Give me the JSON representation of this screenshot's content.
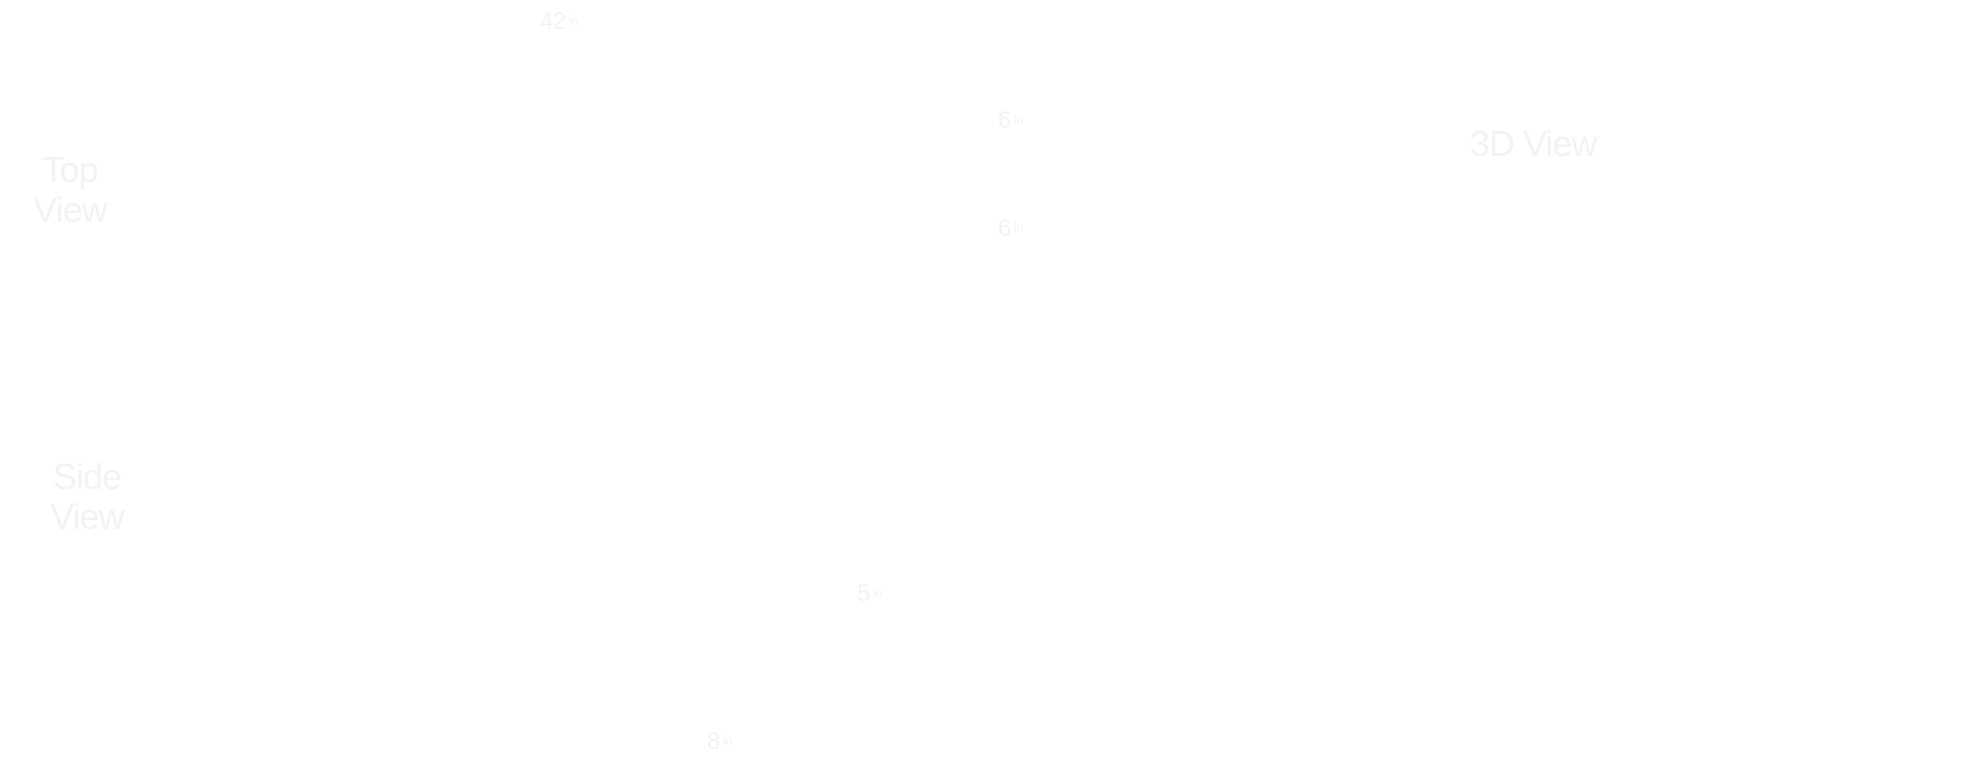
{
  "views": {
    "top": {
      "line1": "Top",
      "line2": "View"
    },
    "side": {
      "line1": "Side",
      "line2": "View"
    },
    "three_d": "3D View"
  },
  "dimensions": {
    "top_width": {
      "value": "42",
      "unit": "in"
    },
    "top_depth_upper": {
      "value": "6",
      "unit": "in"
    },
    "top_depth_lower": {
      "value": "6",
      "unit": "in"
    },
    "side_height": {
      "value": "5",
      "unit": "in"
    },
    "side_width": {
      "value": "8",
      "unit": "in"
    }
  },
  "colors": {
    "background": "#ffffff",
    "text": "#f3f3f3"
  }
}
